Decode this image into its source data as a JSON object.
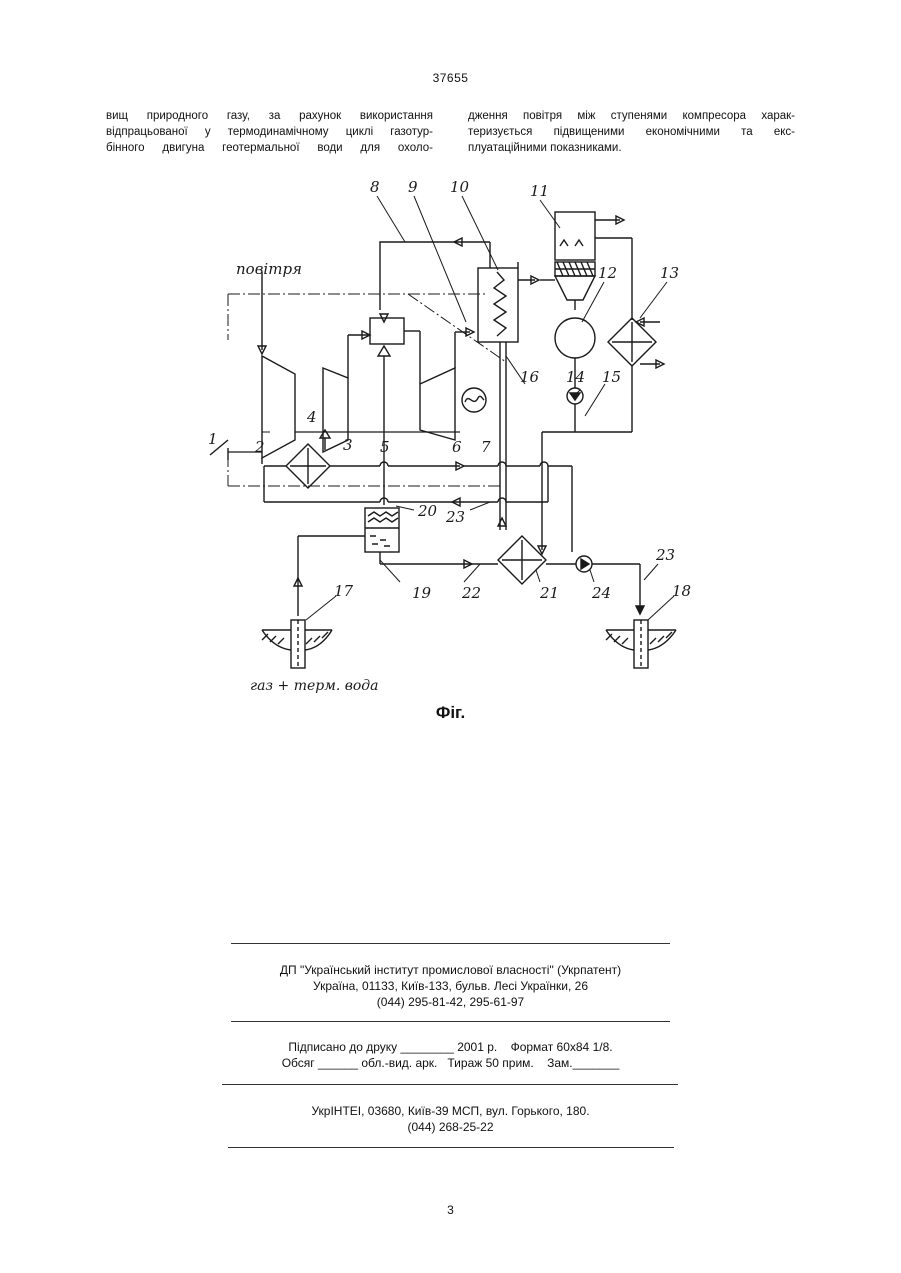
{
  "header": {
    "patent_number": "37655"
  },
  "body_text": {
    "left_column": [
      "вищ природного газу, за рахунок використання",
      "відпрацьованої у термодинамічному циклі газотур-",
      "бінного двигуна геотермальної води для охоло-"
    ],
    "right_column": [
      "дження повітря між ступенями компресора харак-",
      "теризується підвищеними економічними та екс-",
      "плуатаційними показниками."
    ]
  },
  "figure": {
    "label_air": "повітря",
    "label_gas_water": "газ + терм. вода",
    "numbers": [
      "1",
      "2",
      "3",
      "4",
      "5",
      "6",
      "7",
      "8",
      "9",
      "10",
      "11",
      "12",
      "13",
      "14",
      "15",
      "16",
      "17",
      "18",
      "19",
      "20",
      "21",
      "22",
      "23",
      "23",
      "24"
    ]
  },
  "caption": "Фіг.",
  "imprint": {
    "publisher_line1": "ДП \"Український інститут промислової власності\" (Укрпатент)",
    "publisher_line2": "Україна, 01133, Київ-133, бульв. Лесі Українки, 26",
    "publisher_line3": "(044) 295-81-42, 295-61-97",
    "print_line1": "Підписано до друку ________ 2001 р.    Формат 60х84 1/8.",
    "print_line2": "Обсяг ______ обл.-вид. арк.   Тираж 50 прим.    Зам._______",
    "printer_line1": "УкрІНТЕІ, 03680, Київ-39 МСП, вул. Горького, 180.",
    "printer_line2": "(044) 268-25-22"
  },
  "footer": {
    "page_number": "3"
  }
}
